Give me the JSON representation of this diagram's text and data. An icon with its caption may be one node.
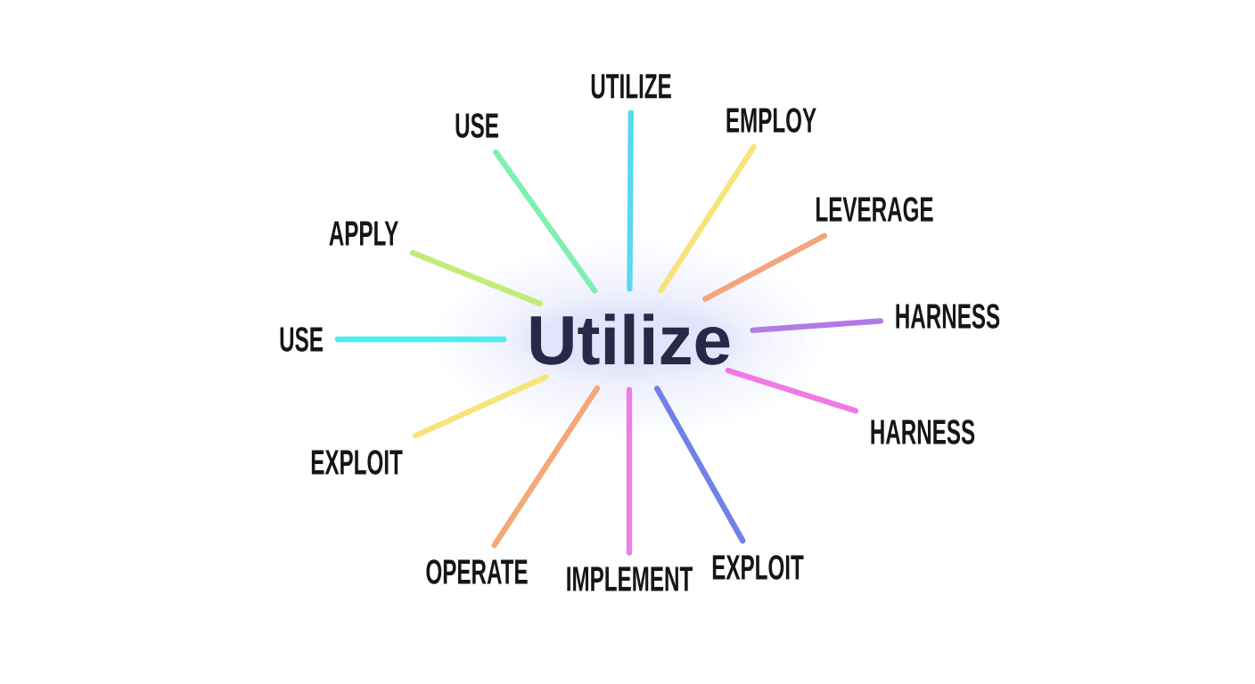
{
  "diagram": {
    "nodes": [
      {
        "text": [
          "Utilize"
        ]
      },
      {
        "text": [
          "UTILIZE"
        ]
      },
      {
        "text": [
          "EMPLOY"
        ]
      },
      {
        "text": [
          "LEVERAGE"
        ]
      },
      {
        "text": [
          "HARNESS"
        ]
      },
      {
        "text": [
          "HARNESS"
        ]
      },
      {
        "text": [
          "EXPLOIT"
        ]
      },
      {
        "text": [
          "IMPLEMENT"
        ]
      },
      {
        "text": [
          "OPERATE"
        ]
      },
      {
        "text": [
          "EXPLOIT"
        ]
      },
      {
        "text": [
          "USE"
        ]
      },
      {
        "text": [
          "APPLY"
        ]
      },
      {
        "text": [
          "USE"
        ]
      }
    ],
    "edges": [
      {
        "from": 0,
        "to": 1,
        "arrow": "none",
        "color": "#5ad8f0"
      },
      {
        "from": 0,
        "to": 2,
        "arrow": "none",
        "color": "#f6e47a"
      },
      {
        "from": 0,
        "to": 3,
        "arrow": "none",
        "color": "#f4a47e"
      },
      {
        "from": 0,
        "to": 4,
        "arrow": "none",
        "color": "#b27ae6"
      },
      {
        "from": 0,
        "to": 5,
        "arrow": "none",
        "color": "#f07ae4"
      },
      {
        "from": 0,
        "to": 6,
        "arrow": "none",
        "color": "#7080e6"
      },
      {
        "from": 0,
        "to": 7,
        "arrow": "none",
        "color": "#f07ce6"
      },
      {
        "from": 0,
        "to": 8,
        "arrow": "none",
        "color": "#f4a878"
      },
      {
        "from": 0,
        "to": 9,
        "arrow": "none",
        "color": "#f6e478"
      },
      {
        "from": 0,
        "to": 10,
        "arrow": "none",
        "color": "#4eeeee"
      },
      {
        "from": 0,
        "to": 11,
        "arrow": "none",
        "color": "#c2ec78"
      },
      {
        "from": 0,
        "to": 12,
        "arrow": "none",
        "color": "#7ef0b2"
      }
    ]
  }
}
